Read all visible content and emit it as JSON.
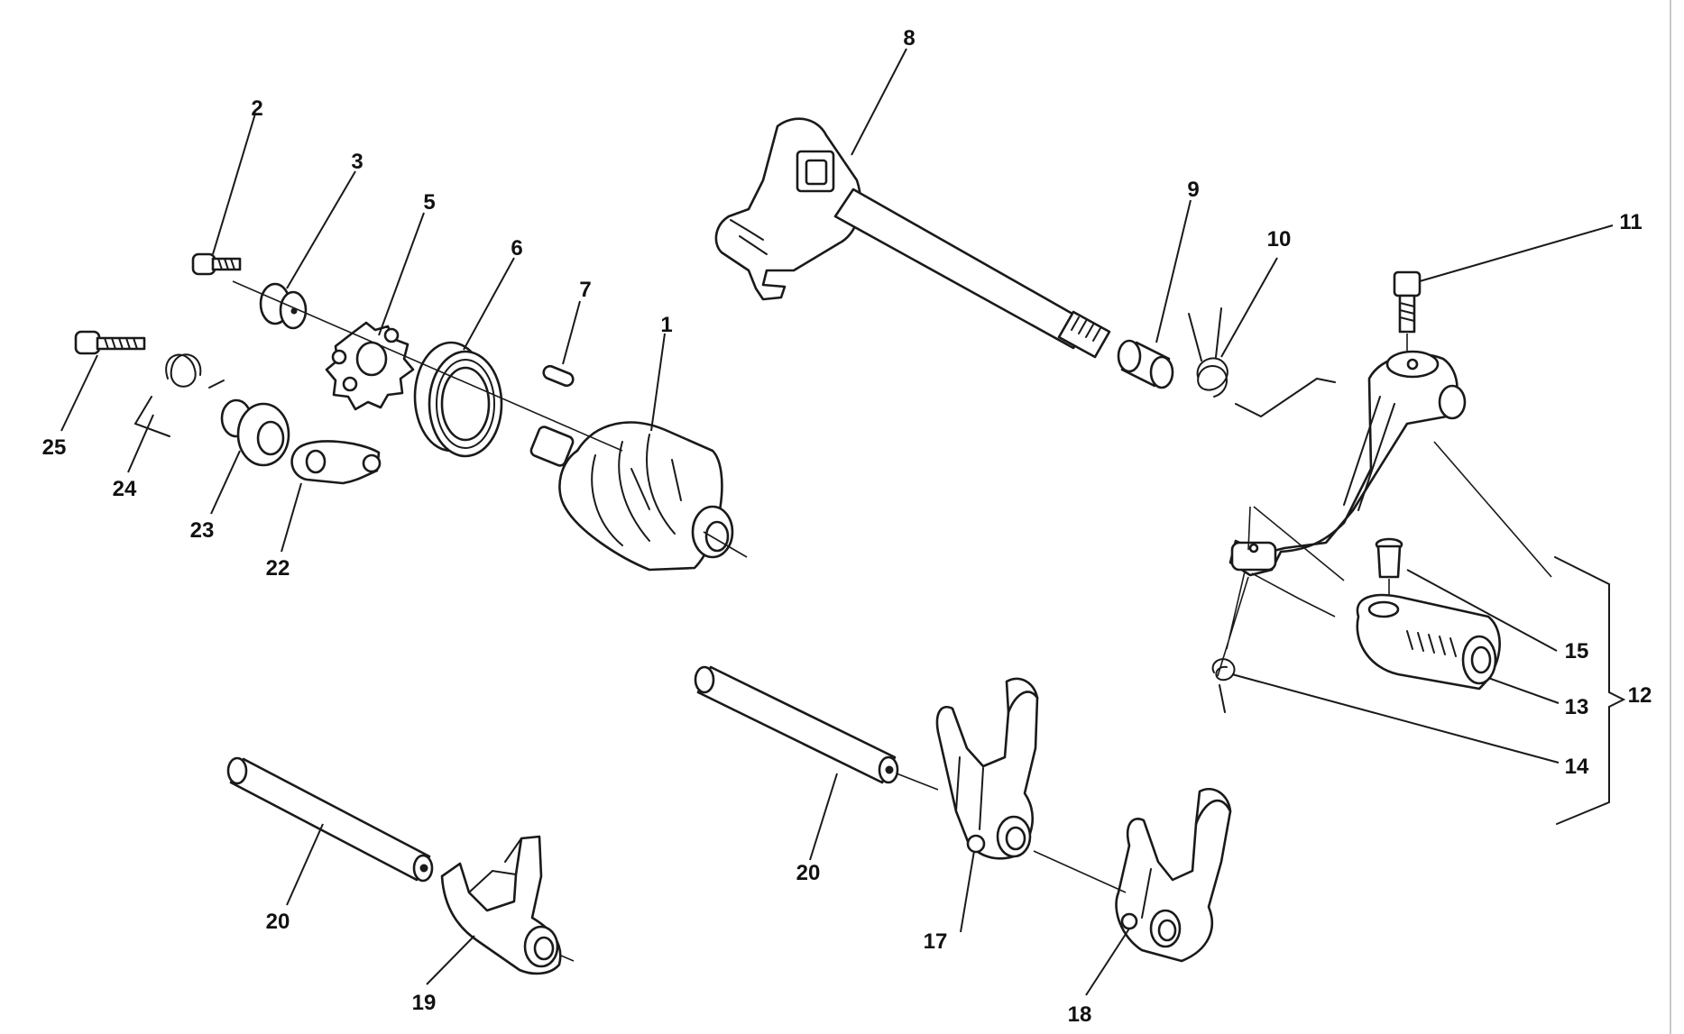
{
  "callouts": [
    {
      "id": "1",
      "label": "1"
    },
    {
      "id": "2",
      "label": "2"
    },
    {
      "id": "3",
      "label": "3"
    },
    {
      "id": "5",
      "label": "5"
    },
    {
      "id": "6",
      "label": "6"
    },
    {
      "id": "7",
      "label": "7"
    },
    {
      "id": "8",
      "label": "8"
    },
    {
      "id": "9",
      "label": "9"
    },
    {
      "id": "10",
      "label": "10"
    },
    {
      "id": "11",
      "label": "11"
    },
    {
      "id": "12",
      "label": "12"
    },
    {
      "id": "13",
      "label": "13"
    },
    {
      "id": "14",
      "label": "14"
    },
    {
      "id": "15",
      "label": "15"
    },
    {
      "id": "17",
      "label": "17"
    },
    {
      "id": "18",
      "label": "18"
    },
    {
      "id": "19",
      "label": "19"
    },
    {
      "id": "20a",
      "label": "20"
    },
    {
      "id": "20b",
      "label": "20"
    },
    {
      "id": "22",
      "label": "22"
    },
    {
      "id": "23",
      "label": "23"
    },
    {
      "id": "24",
      "label": "24"
    },
    {
      "id": "25",
      "label": "25"
    }
  ],
  "colors": {
    "ink": "#1a1a1a",
    "background": "#ffffff",
    "frame": "#c9c9c9"
  }
}
